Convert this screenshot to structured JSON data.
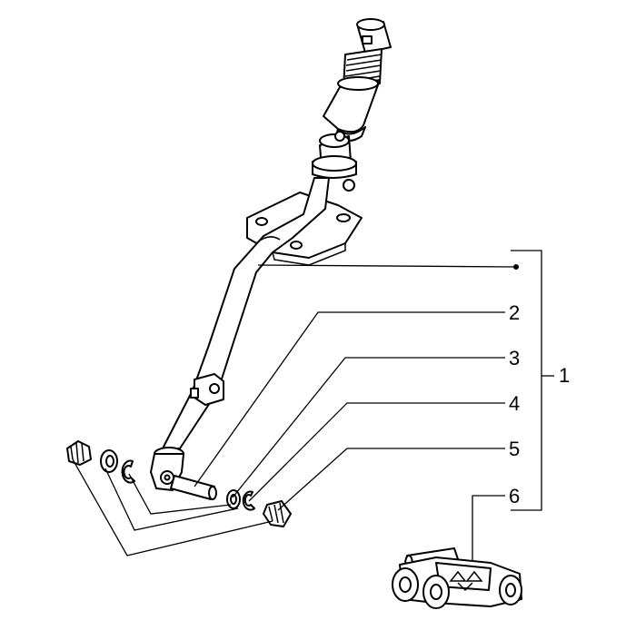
{
  "callouts": {
    "assembly": "1",
    "part_2": "2",
    "part_3": "3",
    "part_4": "4",
    "part_5": "5",
    "part_6": "6"
  },
  "colors": {
    "ink": "#000000",
    "paper": "#ffffff"
  }
}
